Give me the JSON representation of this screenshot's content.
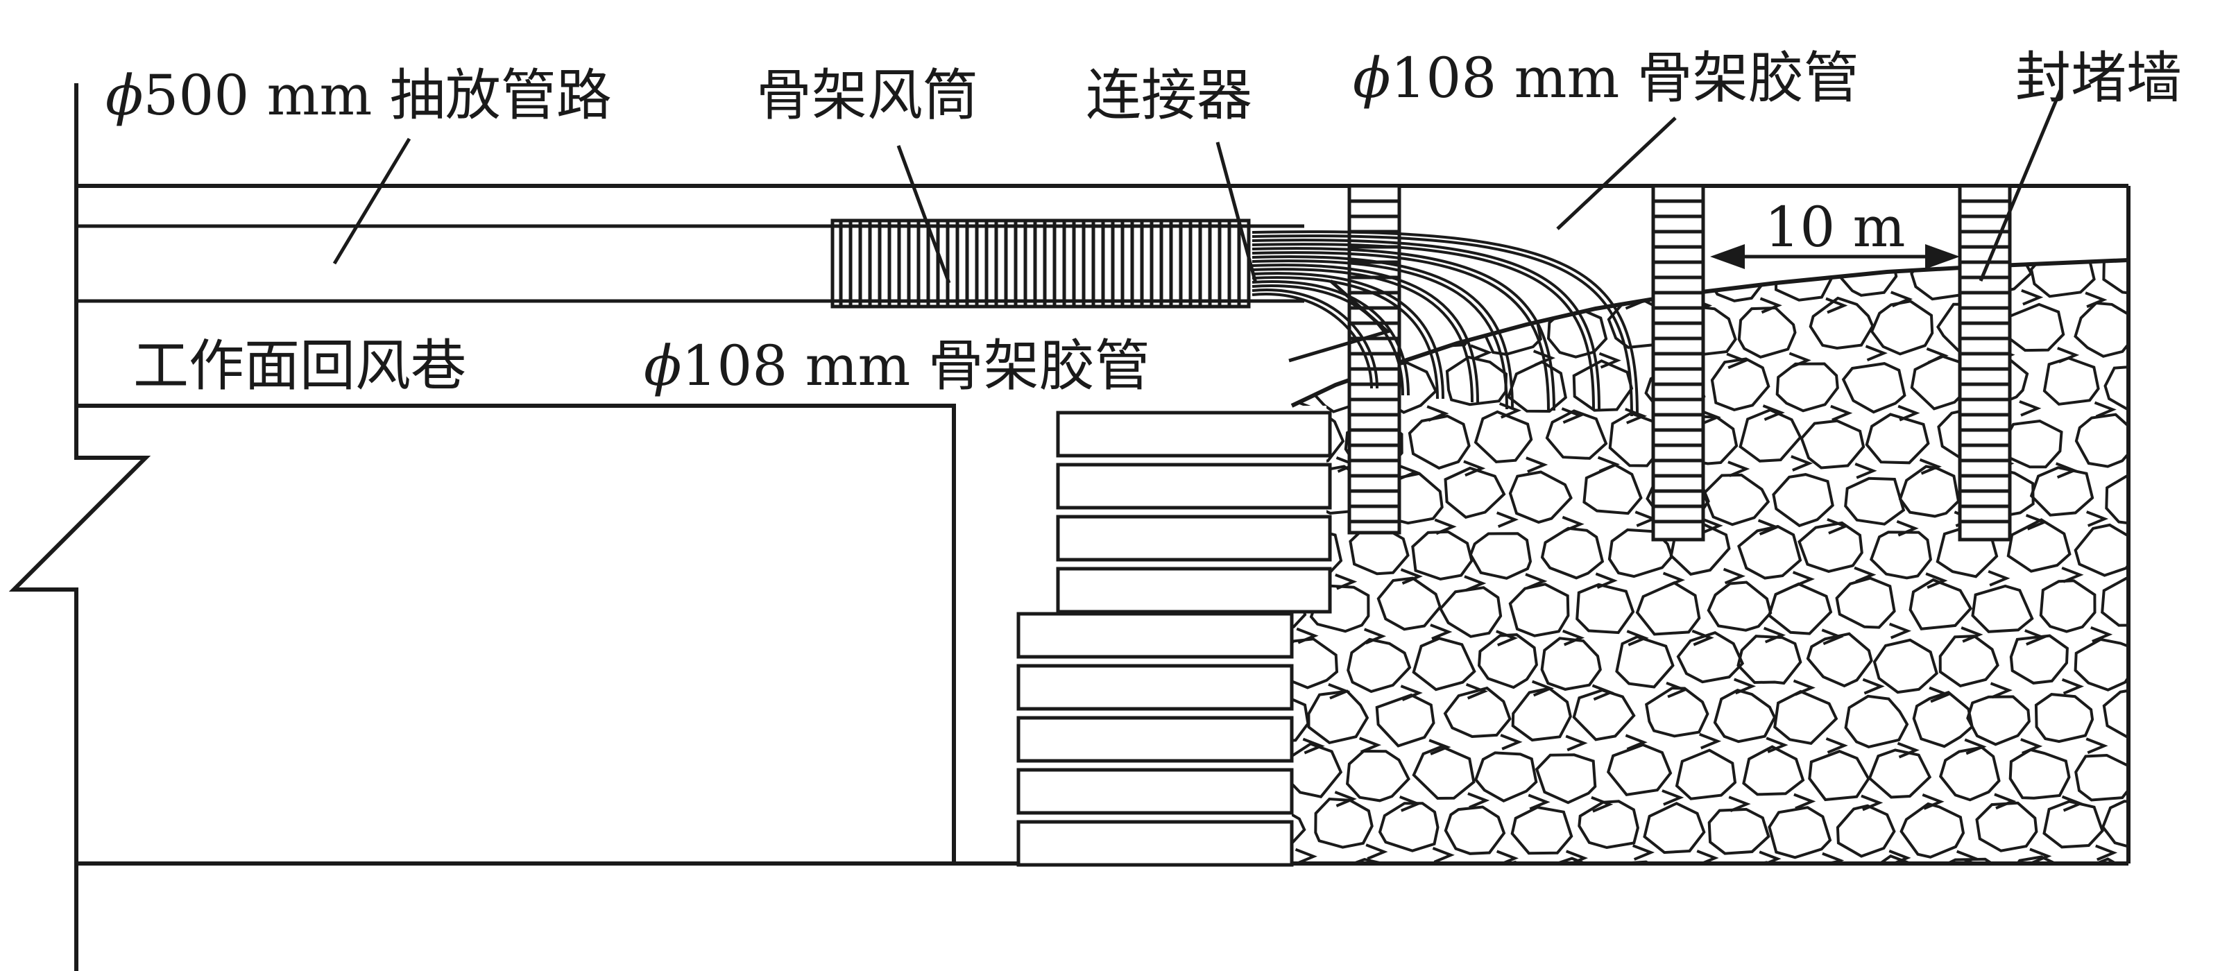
{
  "labels": {
    "pipe_main": {
      "phi": "ϕ",
      "text": "500 mm 抽放管路"
    },
    "skeleton_duct": {
      "text": "骨架风筒"
    },
    "connector": {
      "text": "连接器"
    },
    "hose_top": {
      "phi": "ϕ",
      "text": "108 mm 骨架胶管"
    },
    "seal_wall": {
      "text": "封堵墙"
    },
    "return_roadway": {
      "text": "工作面回风巷"
    },
    "hose_mid": {
      "phi": "ϕ",
      "text": "108 mm 骨架胶管"
    },
    "spacing": {
      "text": "10 m"
    }
  },
  "colors": {
    "ink": "#1a1a1a",
    "background": "#ffffff"
  }
}
